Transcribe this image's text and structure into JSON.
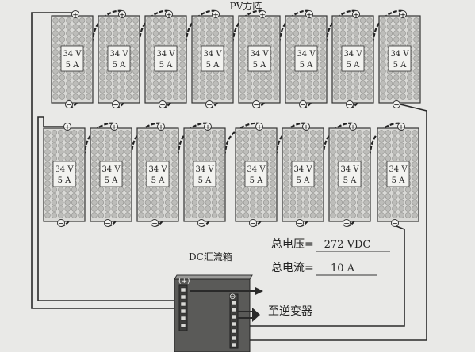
{
  "title": "PV方阵",
  "panel": {
    "voltage": "34 V",
    "current": "5 A",
    "plus": "+",
    "minus": "−"
  },
  "summary": {
    "total_voltage_label": "总电压=",
    "total_voltage_value": "272 VDC",
    "total_current_label": "总电流=",
    "total_current_value": "10 A"
  },
  "combiner": {
    "label": "DC汇流箱",
    "plus": "(+)",
    "minus": "⊖"
  },
  "inverter_label": "至逆变器",
  "rows": [
    {
      "panels": 8
    },
    {
      "panels": 8
    }
  ],
  "colors": {
    "line": "#2a2a2a",
    "panel_fill": "#d9d9d6",
    "cell": "#bdbdba",
    "box": "#444444"
  }
}
